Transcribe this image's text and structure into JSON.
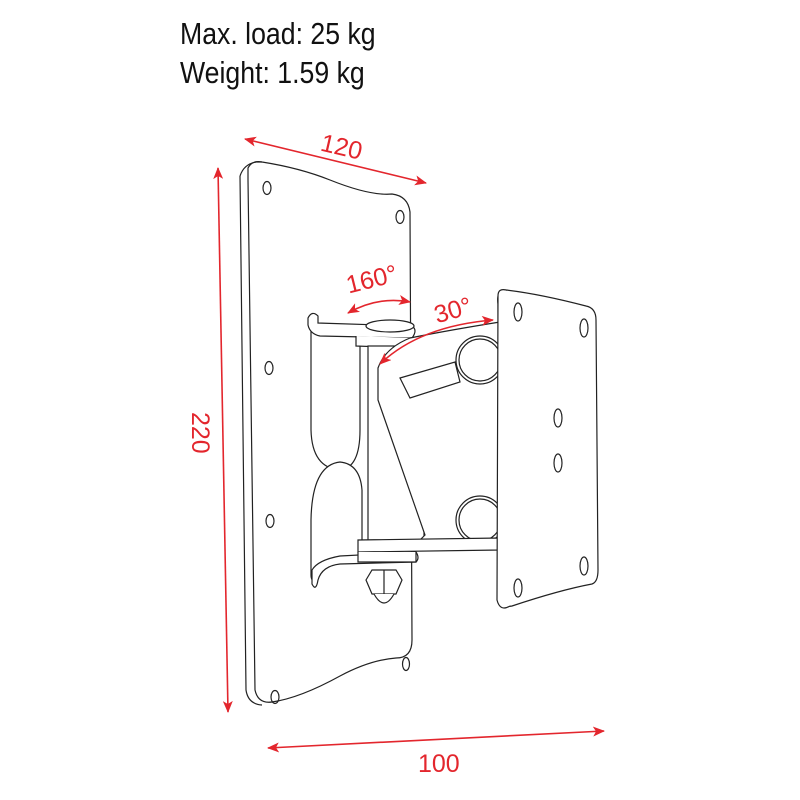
{
  "specs": {
    "max_load": "Max. load: 25 kg",
    "weight": "Weight: 1.59 kg"
  },
  "dimensions": {
    "width_top": "120",
    "height": "220",
    "depth_bottom": "100"
  },
  "angles": {
    "swivel": "160°",
    "tilt": "30°"
  },
  "colors": {
    "dimension_red": "#e3262d",
    "line_black": "#222222",
    "background": "#ffffff"
  }
}
